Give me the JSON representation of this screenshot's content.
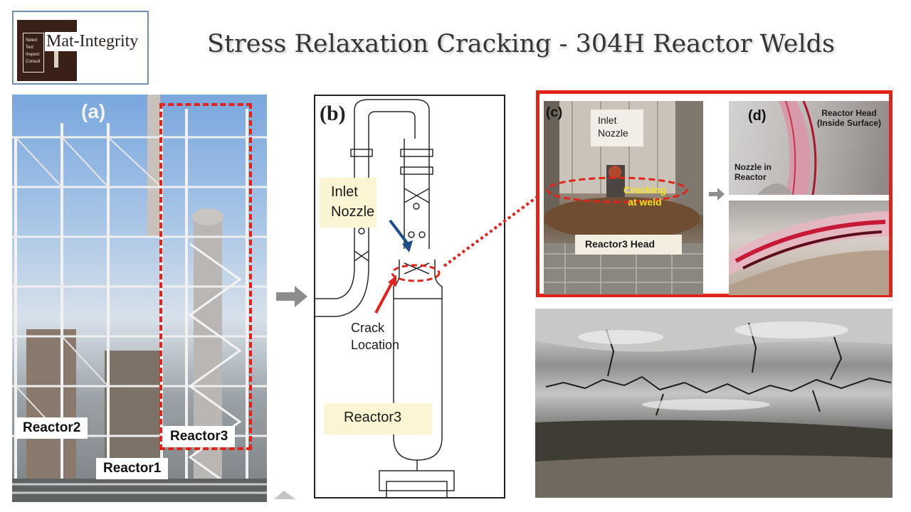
{
  "logo": {
    "name": "Mat-Integrity",
    "lines": [
      "Select",
      "Test",
      "Inspect",
      "Consult"
    ]
  },
  "title": "Stress Relaxation Cracking - 304H Reactor Welds",
  "panel_a": {
    "label": "(a)",
    "reactor2": "Reactor2",
    "reactor3": "Reactor3",
    "reactor1": "Reactor1"
  },
  "panel_b": {
    "label": "(b)",
    "inlet_line1": "Inlet",
    "inlet_line2": "Nozzle",
    "crack_line1": "Crack",
    "crack_line2": "Location",
    "reactor3": "Reactor3"
  },
  "panel_c": {
    "label": "(c)",
    "inlet_line1": "Inlet",
    "inlet_line2": "Nozzle",
    "cracking_line1": "Cracking",
    "cracking_line2": "at weld",
    "head": "Reactor3 Head"
  },
  "panel_d": {
    "label": "(d)",
    "head_line1": "Reactor Head",
    "head_line2": "(Inside Surface)",
    "nozzle_line1": "Nozzle in",
    "nozzle_line2": "Reactor"
  },
  "colors": {
    "accent_red": "#e2231a",
    "title_grey": "#353535",
    "highlight": "#fbf5d4",
    "callout_yellow": "#f3e21a",
    "arrow_blue": "#1d4f8a"
  }
}
